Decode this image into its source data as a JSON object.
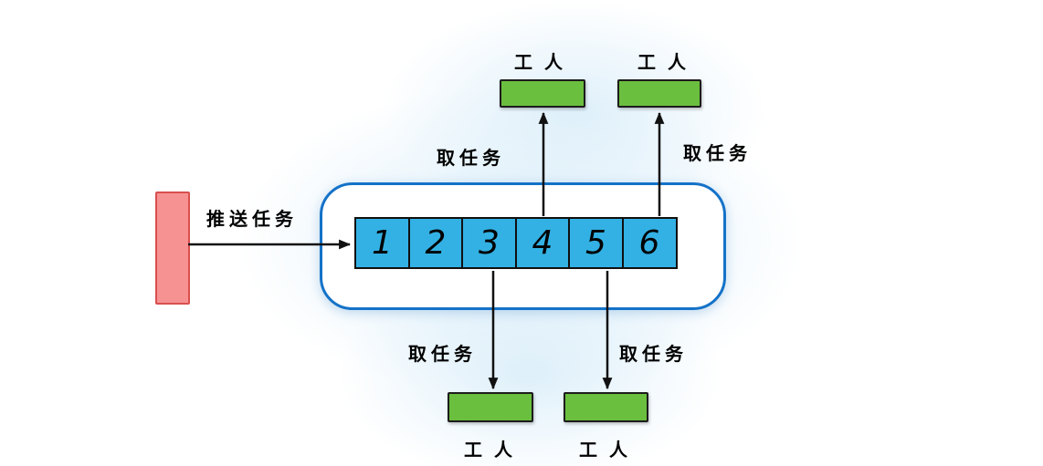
{
  "labels": {
    "push": "推送任务",
    "take": [
      "取任务",
      "取任务",
      "取任务",
      "取任务"
    ],
    "worker": [
      "工人",
      "工人",
      "工人",
      "工人"
    ]
  },
  "queue": {
    "cells": [
      "1",
      "2",
      "3",
      "4",
      "5",
      "6"
    ]
  },
  "colors": {
    "producer_fill": "#f79292",
    "producer_border": "#d94f4f",
    "queue_border": "#1472c8",
    "cell_fill": "#33b1e4",
    "cell_border": "#101010",
    "worker_fill": "#6bbf3f",
    "worker_border": "#1c1c1c",
    "arrow": "#111111",
    "glow": "#d9edf9"
  }
}
